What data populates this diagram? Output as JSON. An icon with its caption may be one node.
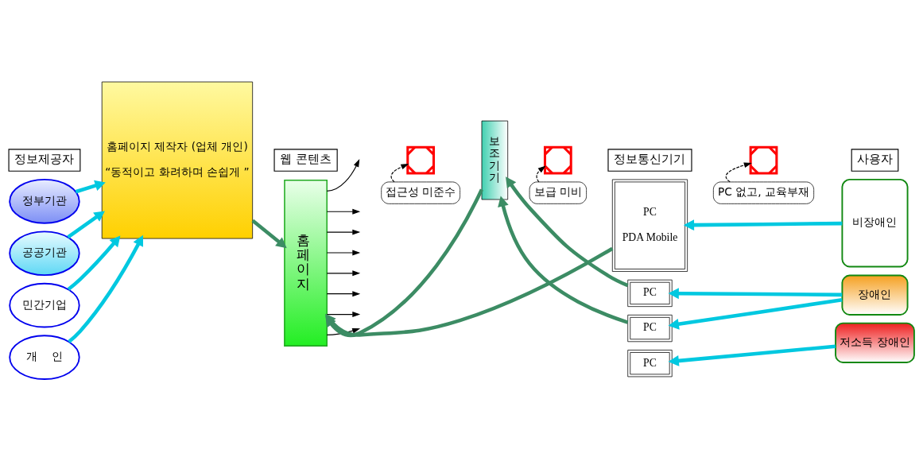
{
  "diagram": {
    "nodes": [
      {
        "text": [
          "정보제공자"
        ]
      },
      {
        "text": [
          "웹 콘텐츠"
        ]
      },
      {
        "text": [
          "정보통신기기"
        ]
      },
      {
        "text": [
          "사용자"
        ]
      },
      {
        "text": [
          "정부기관"
        ]
      },
      {
        "text": [
          "공공기관"
        ]
      },
      {
        "text": [
          "민간기업"
        ]
      },
      {
        "text": [
          "개    인"
        ]
      },
      {
        "text": [
          "홈페이지 제작자 (업체 개인)",
          "“동적이고 화려하며 손쉽게 ”"
        ]
      },
      {
        "text": [
          "홈페이지"
        ]
      },
      {
        "text": [
          "보조기기"
        ]
      },
      {
        "text": [
          "PC",
          "PDA Mobile"
        ]
      },
      {
        "text": [
          "PC"
        ]
      },
      {
        "text": [
          "PC"
        ]
      },
      {
        "text": [
          "PC"
        ]
      },
      {
        "text": [
          "비장애인"
        ]
      },
      {
        "text": [
          "장애인"
        ]
      },
      {
        "text": [
          "저소득 장애인"
        ]
      },
      {
        "text": [],
        "shape": "cross"
      },
      {
        "text": [],
        "shape": "cross"
      },
      {
        "text": [],
        "shape": "cross"
      },
      {
        "text": [
          "접근성 미준수"
        ]
      },
      {
        "text": [
          "보급 미비"
        ]
      },
      {
        "text": [
          "PC 없고, 교육부재"
        ]
      }
    ],
    "edges": [
      {
        "from": 4,
        "to": 8,
        "arrow": "to",
        "color": "#00c8e0"
      },
      {
        "from": 5,
        "to": 8,
        "arrow": "to",
        "color": "#00c8e0"
      },
      {
        "from": 6,
        "to": 8,
        "arrow": "to",
        "color": "#00c8e0"
      },
      {
        "from": 7,
        "to": 8,
        "arrow": "to",
        "color": "#00c8e0"
      },
      {
        "from": 8,
        "to": 9,
        "arrow": "to",
        "color": "#3c8c64"
      },
      {
        "from": 9,
        "to": null,
        "arrow": "to",
        "color": "#000000"
      },
      {
        "from": 9,
        "to": null,
        "arrow": "to",
        "color": "#000000"
      },
      {
        "from": 9,
        "to": null,
        "arrow": "to",
        "color": "#000000"
      },
      {
        "from": 9,
        "to": null,
        "arrow": "to",
        "color": "#000000"
      },
      {
        "from": 9,
        "to": null,
        "arrow": "to",
        "color": "#000000"
      },
      {
        "from": 9,
        "to": null,
        "arrow": "to",
        "color": "#000000"
      },
      {
        "from": 9,
        "to": null,
        "arrow": "to",
        "color": "#000000"
      },
      {
        "from": 9,
        "to": null,
        "arrow": "to",
        "color": "#000000"
      },
      {
        "from": 11,
        "to": 9,
        "arrow": "to",
        "color": "#3c8c64"
      },
      {
        "from": 15,
        "to": 11,
        "arrow": "to",
        "color": "#00c8e0"
      },
      {
        "from": 10,
        "to": 9,
        "arrow": "to",
        "color": "#3c8c64"
      },
      {
        "from": 12,
        "to": 10,
        "arrow": "to",
        "color": "#3c8c64"
      },
      {
        "from": 13,
        "to": 10,
        "arrow": "to",
        "color": "#3c8c64"
      },
      {
        "from": 16,
        "to": 12,
        "arrow": "to",
        "color": "#00c8e0"
      },
      {
        "from": 16,
        "to": 13,
        "arrow": "to",
        "color": "#00c8e0"
      },
      {
        "from": 17,
        "to": 14,
        "arrow": "to",
        "color": "#00c8e0"
      },
      {
        "from": 21,
        "to": 18,
        "arrow": "to",
        "style": "dashed"
      },
      {
        "from": 22,
        "to": 19,
        "arrow": "to",
        "style": "dashed"
      },
      {
        "from": 23,
        "to": 20,
        "arrow": "to",
        "style": "dashed"
      }
    ]
  }
}
